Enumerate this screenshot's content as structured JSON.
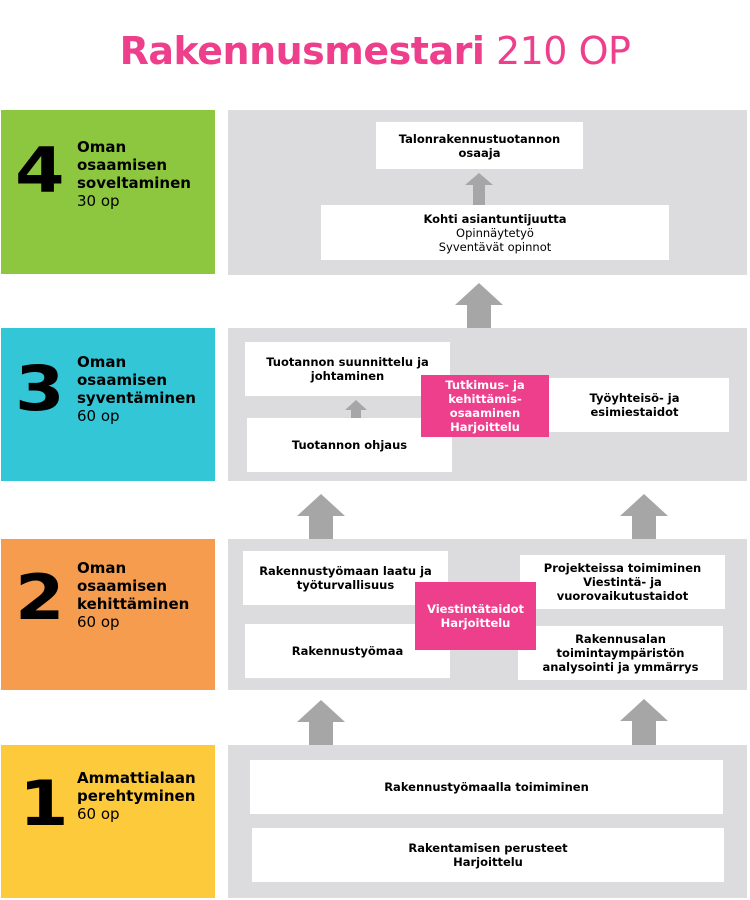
{
  "title": {
    "bold": "Rakennusmestari",
    "normal": "210 OP"
  },
  "colors": {
    "accent": "#ED3F8C",
    "level4": "#8DC63F",
    "level3": "#33C6D6",
    "level2": "#F59C4F",
    "level1": "#FDCA3C",
    "panel": "#DCDCDE",
    "arrow": "#A6A6A6"
  },
  "levels": [
    {
      "number": "4",
      "name_lines": [
        "Oman",
        "osaamisen",
        "soveltaminen"
      ],
      "credits": "30 op"
    },
    {
      "number": "3",
      "name_lines": [
        "Oman",
        "osaamisen",
        "syventäminen"
      ],
      "credits": "60 op"
    },
    {
      "number": "2",
      "name_lines": [
        "Oman",
        "osaamisen",
        "kehittäminen"
      ],
      "credits": "60 op"
    },
    {
      "number": "1",
      "name_lines": [
        "Ammattialaan",
        "perehtyminen"
      ],
      "credits": "60 op"
    }
  ],
  "level4_boxes": {
    "target": {
      "lines": [
        "Talonrakennustuotannon",
        "osaaja"
      ]
    },
    "expertise": {
      "title": "Kohti asiantuntijuutta",
      "subs": [
        "Opinnäytetyö",
        "Syventävät opinnot"
      ]
    }
  },
  "level3_boxes": {
    "planning": {
      "lines": [
        "Tuotannon suunnittelu ja",
        "johtaminen"
      ]
    },
    "control": {
      "lines": [
        "Tuotannon ohjaus"
      ]
    },
    "research": {
      "lines": [
        "Tutkimus- ja",
        "kehittämis-",
        "osaaminen",
        "Harjoittelu"
      ]
    },
    "workplace": {
      "lines": [
        "Työyhteisö- ja",
        "esimiestaidot"
      ]
    }
  },
  "level2_boxes": {
    "quality": {
      "lines": [
        "Rakennustyömaan laatu ja",
        "työturvallisuus"
      ]
    },
    "site": {
      "lines": [
        "Rakennustyömaa"
      ]
    },
    "communication": {
      "lines": [
        "Viestintätaidot",
        "Harjoittelu"
      ]
    },
    "projects": {
      "lines": [
        "Projekteissa toimiminen",
        "Viestintä- ja",
        "vuorovaikutustaidot"
      ]
    },
    "environment": {
      "lines": [
        "Rakennusalan",
        "toimintaympäristön",
        "analysointi ja ymmärrys"
      ]
    }
  },
  "level1_boxes": {
    "operating": {
      "lines": [
        "Rakennustyömaalla toimiminen"
      ]
    },
    "basics": {
      "lines": [
        "Rakentamisen perusteet",
        "Harjoittelu"
      ]
    }
  }
}
